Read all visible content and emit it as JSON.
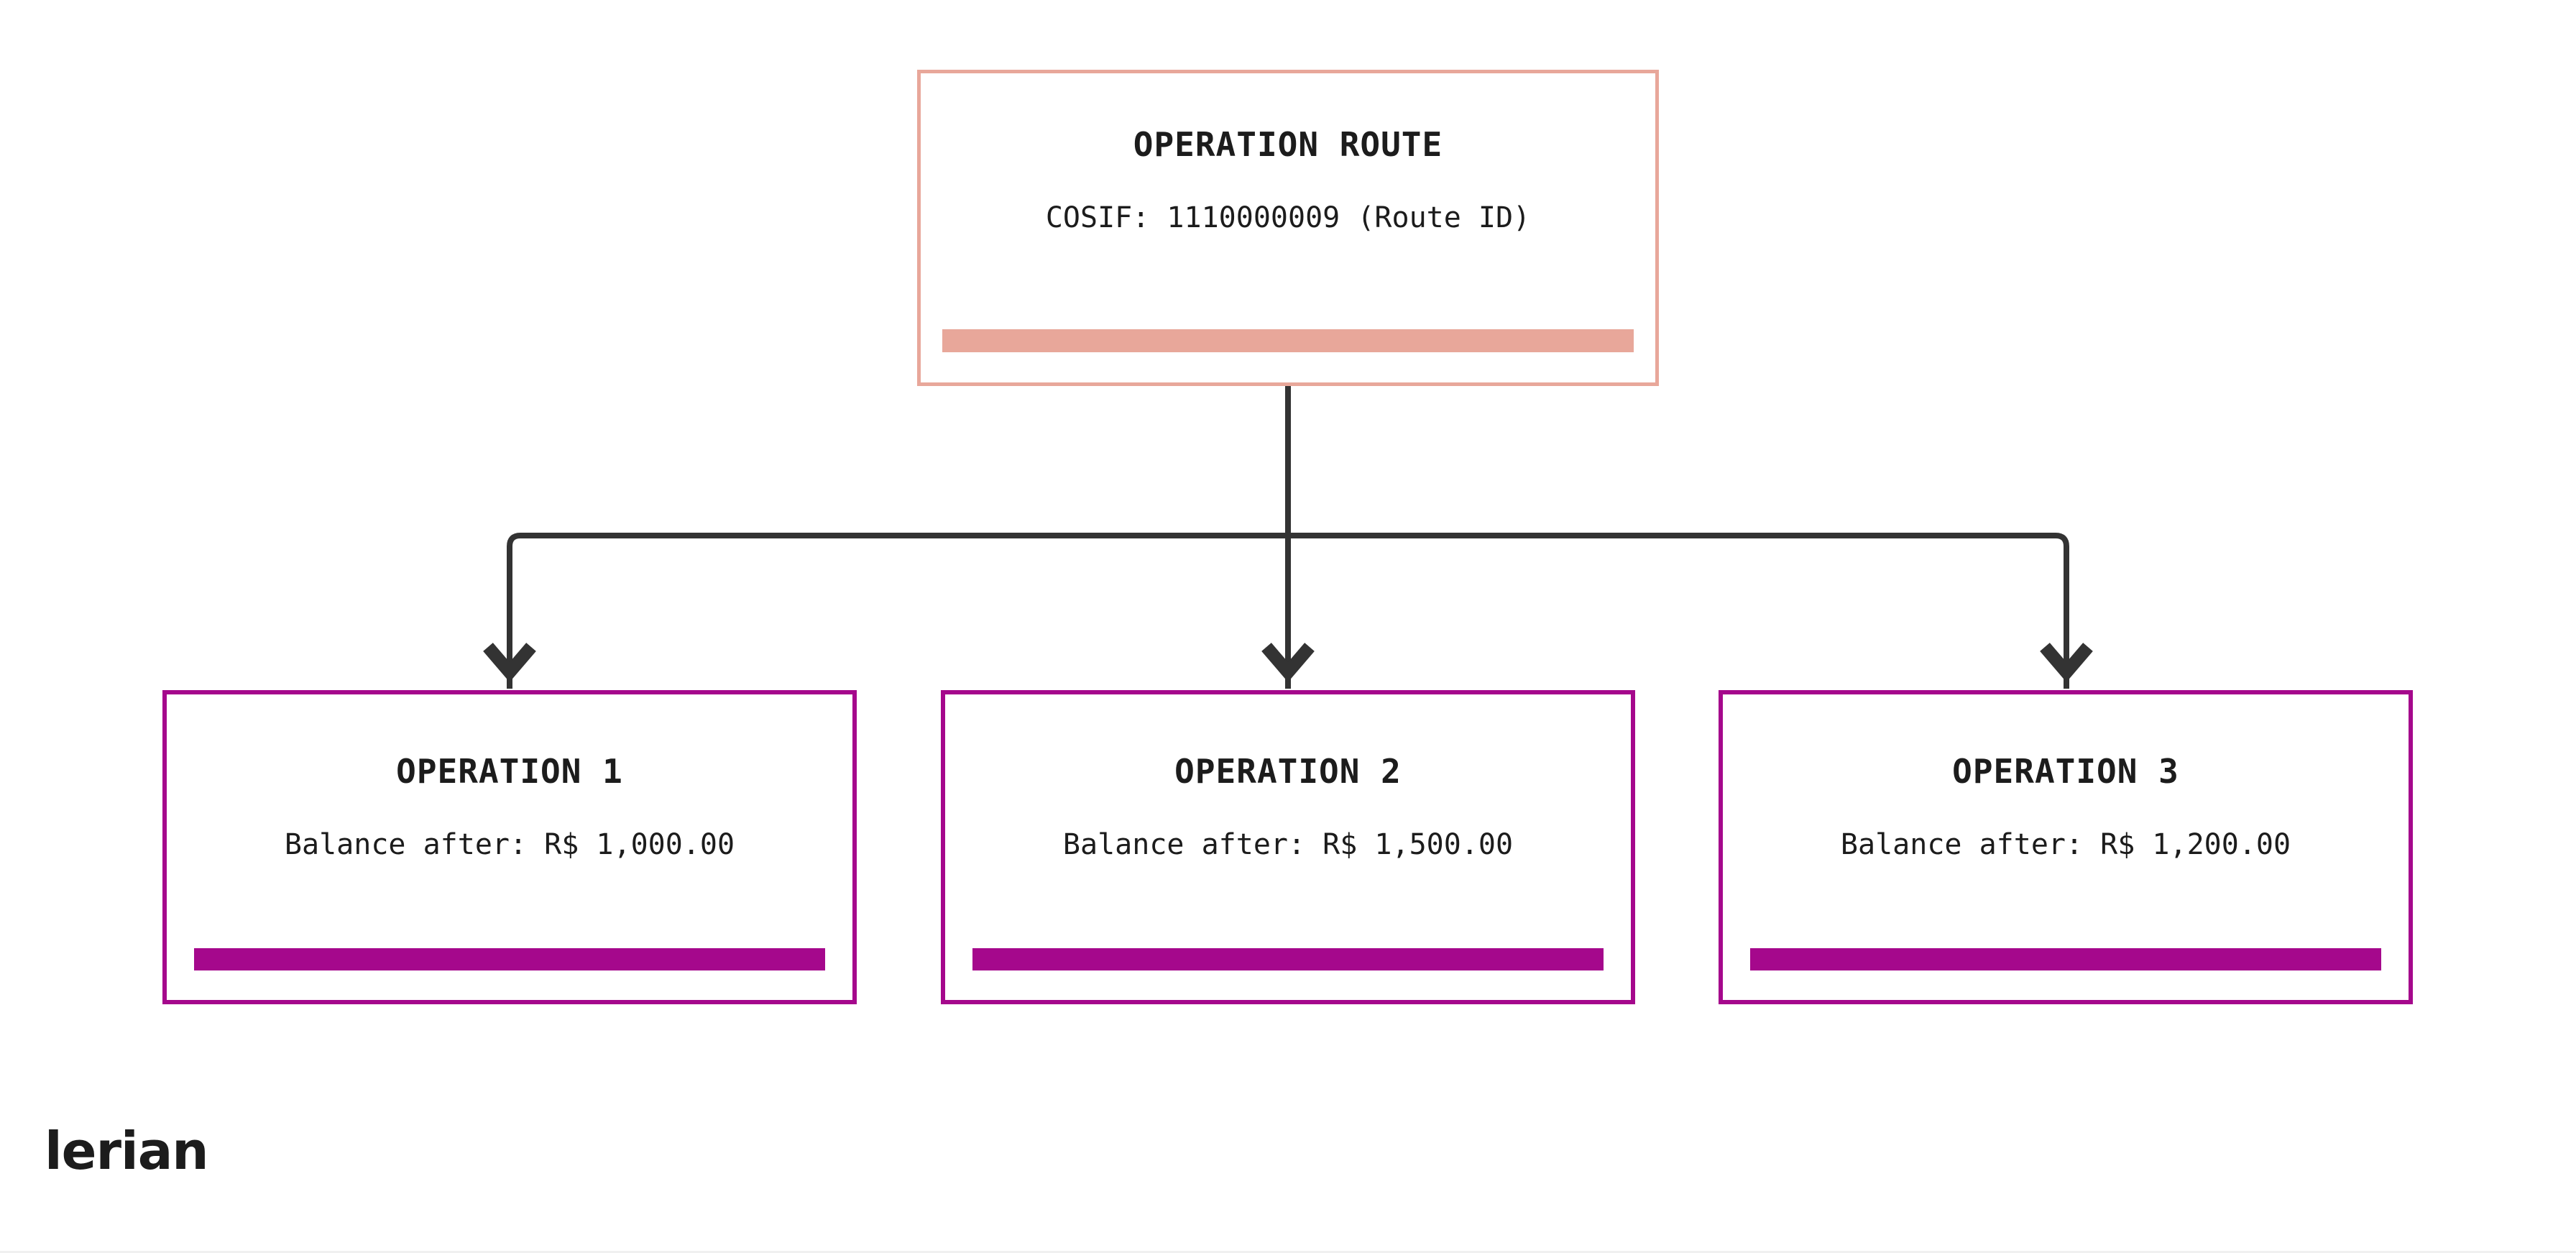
{
  "diagram": {
    "title_semantics": "operation-route-tree",
    "colors": {
      "root_accent": "#E8A79A",
      "operation_accent": "#A5088C",
      "connector": "#333333",
      "text": "#1C1C1C",
      "background": "#FFFFFF"
    },
    "root": {
      "title": "OPERATION ROUTE",
      "subtitle": "COSIF: 1110000009 (Route ID)",
      "accent_color": "#E8A79A"
    },
    "operations": [
      {
        "title": "OPERATION 1",
        "subtitle": "Balance after: R$ 1,000.00",
        "accent_color": "#A5088C"
      },
      {
        "title": "OPERATION 2",
        "subtitle": "Balance after: R$ 1,500.00",
        "accent_color": "#A5088C"
      },
      {
        "title": "OPERATION 3",
        "subtitle": "Balance after: R$ 1,200.00",
        "accent_color": "#A5088C"
      }
    ],
    "connectors": {
      "style": "orthogonal-bus-with-arrowheads",
      "arrow_count": 3,
      "color": "#333333"
    }
  },
  "brand": {
    "wordmark": "lerian"
  }
}
